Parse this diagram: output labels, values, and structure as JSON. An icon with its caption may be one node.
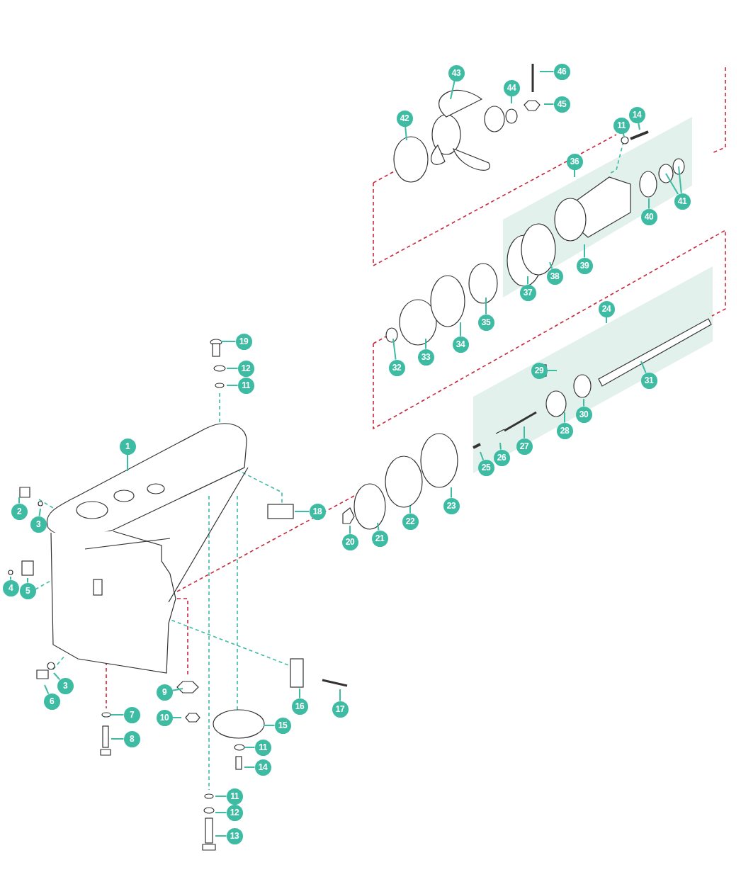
{
  "diagram": {
    "nodes": [
      {
        "text": [
          "46"
        ]
      },
      {
        "text": [
          "43"
        ]
      },
      {
        "text": [
          "44"
        ]
      },
      {
        "text": [
          "45"
        ]
      },
      {
        "text": [
          "14"
        ]
      },
      {
        "text": [
          "42"
        ]
      },
      {
        "text": [
          "11"
        ]
      },
      {
        "text": [
          "36"
        ]
      },
      {
        "text": [
          "41"
        ]
      },
      {
        "text": [
          "40"
        ]
      },
      {
        "text": [
          "39"
        ]
      },
      {
        "text": [
          "38"
        ]
      },
      {
        "text": [
          "37"
        ]
      },
      {
        "text": [
          "24"
        ]
      },
      {
        "text": [
          "35"
        ]
      },
      {
        "text": [
          "34"
        ]
      },
      {
        "text": [
          "19"
        ]
      },
      {
        "text": [
          "33"
        ]
      },
      {
        "text": [
          "32"
        ]
      },
      {
        "text": [
          "12"
        ]
      },
      {
        "text": [
          "29"
        ]
      },
      {
        "text": [
          "31"
        ]
      },
      {
        "text": [
          "11"
        ]
      },
      {
        "text": [
          "30"
        ]
      },
      {
        "text": [
          "28"
        ]
      },
      {
        "text": [
          "27"
        ]
      },
      {
        "text": [
          "1"
        ]
      },
      {
        "text": [
          "26"
        ]
      },
      {
        "text": [
          "25"
        ]
      },
      {
        "text": [
          "23"
        ]
      },
      {
        "text": [
          "18"
        ]
      },
      {
        "text": [
          "2"
        ]
      },
      {
        "text": [
          "3"
        ]
      },
      {
        "text": [
          "22"
        ]
      },
      {
        "text": [
          "21"
        ]
      },
      {
        "text": [
          "20"
        ]
      },
      {
        "text": [
          "4"
        ]
      },
      {
        "text": [
          "5"
        ]
      },
      {
        "text": [
          "3"
        ]
      },
      {
        "text": [
          "9"
        ]
      },
      {
        "text": [
          "6"
        ]
      },
      {
        "text": [
          "16"
        ]
      },
      {
        "text": [
          "17"
        ]
      },
      {
        "text": [
          "7"
        ]
      },
      {
        "text": [
          "10"
        ]
      },
      {
        "text": [
          "15"
        ]
      },
      {
        "text": [
          "8"
        ]
      },
      {
        "text": [
          "11"
        ]
      },
      {
        "text": [
          "14"
        ]
      },
      {
        "text": [
          "11"
        ]
      },
      {
        "text": [
          "12"
        ]
      },
      {
        "text": [
          "13"
        ]
      }
    ],
    "edges": [
      {
        "from": 0,
        "to": null,
        "arrow": "none"
      },
      {
        "from": 1,
        "to": null,
        "arrow": "none"
      },
      {
        "from": 2,
        "to": null,
        "arrow": "none"
      },
      {
        "from": 3,
        "to": null,
        "arrow": "none"
      },
      {
        "from": 4,
        "to": null,
        "arrow": "none"
      },
      {
        "from": 5,
        "to": null,
        "arrow": "none"
      },
      {
        "from": 6,
        "to": null,
        "arrow": "none"
      },
      {
        "from": 7,
        "to": null,
        "arrow": "none"
      },
      {
        "from": 8,
        "to": null,
        "arrow": "none"
      },
      {
        "from": 8,
        "to": null,
        "arrow": "none"
      },
      {
        "from": 9,
        "to": null,
        "arrow": "none"
      },
      {
        "from": 10,
        "to": null,
        "arrow": "none"
      },
      {
        "from": 11,
        "to": null,
        "arrow": "none"
      },
      {
        "from": 12,
        "to": null,
        "arrow": "none"
      },
      {
        "from": 13,
        "to": null,
        "arrow": "none"
      },
      {
        "from": 14,
        "to": null,
        "arrow": "none"
      },
      {
        "from": 15,
        "to": null,
        "arrow": "none"
      },
      {
        "from": 16,
        "to": null,
        "arrow": "none"
      },
      {
        "from": 17,
        "to": null,
        "arrow": "none"
      },
      {
        "from": 18,
        "to": null,
        "arrow": "none"
      },
      {
        "from": 19,
        "to": null,
        "arrow": "none"
      },
      {
        "from": 20,
        "to": null,
        "arrow": "none"
      },
      {
        "from": 21,
        "to": null,
        "arrow": "none"
      },
      {
        "from": 22,
        "to": null,
        "arrow": "none"
      },
      {
        "from": 23,
        "to": null,
        "arrow": "none"
      },
      {
        "from": 24,
        "to": null,
        "arrow": "none"
      },
      {
        "from": 25,
        "to": null,
        "arrow": "none"
      },
      {
        "from": 26,
        "to": null,
        "arrow": "none"
      },
      {
        "from": 27,
        "to": null,
        "arrow": "none"
      },
      {
        "from": 28,
        "to": null,
        "arrow": "none"
      },
      {
        "from": 29,
        "to": null,
        "arrow": "none"
      },
      {
        "from": 30,
        "to": null,
        "arrow": "none"
      },
      {
        "from": 31,
        "to": null,
        "arrow": "none"
      },
      {
        "from": 32,
        "to": null,
        "arrow": "none"
      },
      {
        "from": 33,
        "to": null,
        "arrow": "none"
      },
      {
        "from": 34,
        "to": null,
        "arrow": "none"
      },
      {
        "from": 35,
        "to": null,
        "arrow": "none"
      },
      {
        "from": 36,
        "to": null,
        "arrow": "none"
      },
      {
        "from": 37,
        "to": null,
        "arrow": "none"
      },
      {
        "from": 38,
        "to": null,
        "arrow": "none"
      },
      {
        "from": 39,
        "to": null,
        "arrow": "none"
      },
      {
        "from": 40,
        "to": null,
        "arrow": "none"
      },
      {
        "from": 41,
        "to": null,
        "arrow": "none"
      },
      {
        "from": 42,
        "to": null,
        "arrow": "none"
      },
      {
        "from": 43,
        "to": null,
        "arrow": "none"
      },
      {
        "from": 44,
        "to": null,
        "arrow": "none"
      },
      {
        "from": 45,
        "to": null,
        "arrow": "none"
      },
      {
        "from": 46,
        "to": null,
        "arrow": "none"
      },
      {
        "from": 47,
        "to": null,
        "arrow": "none"
      },
      {
        "from": 48,
        "to": null,
        "arrow": "none"
      },
      {
        "from": 49,
        "to": null,
        "arrow": "none"
      },
      {
        "from": 50,
        "to": null,
        "arrow": "none"
      },
      {
        "from": 51,
        "to": null,
        "arrow": "none"
      }
    ]
  }
}
